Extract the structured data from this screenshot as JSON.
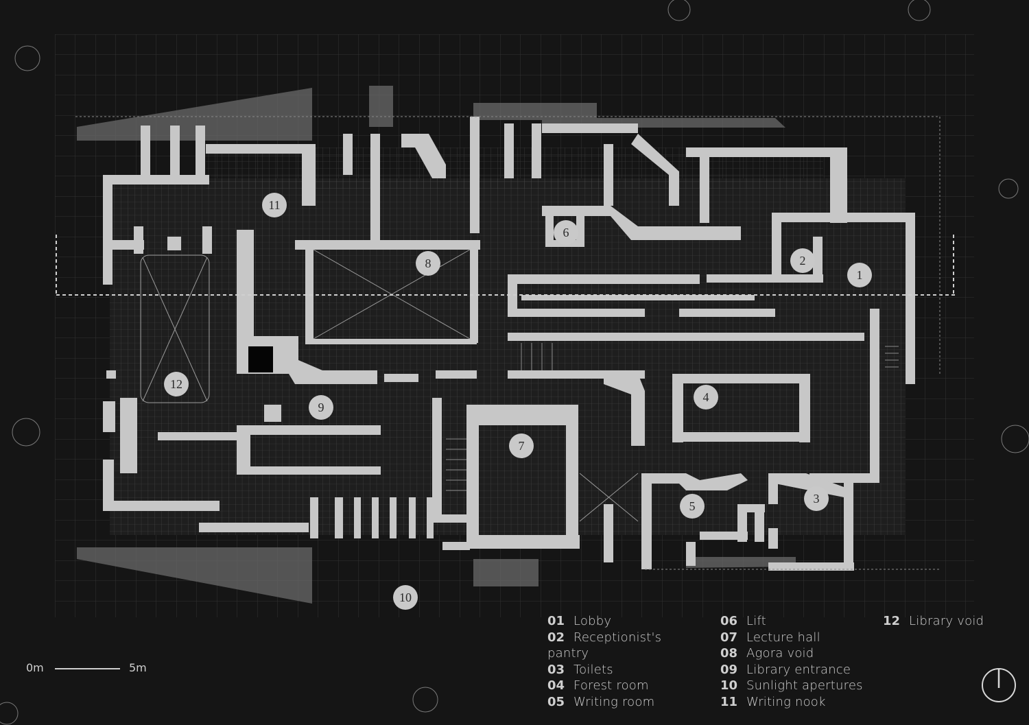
{
  "legend": [
    {
      "num": "01",
      "label": "Lobby"
    },
    {
      "num": "02",
      "label": "Receptionist's",
      "label_cont": "pantry"
    },
    {
      "num": "03",
      "label": "Toilets"
    },
    {
      "num": "04",
      "label": "Forest room"
    },
    {
      "num": "05",
      "label": "Writing room"
    },
    {
      "num": "06",
      "label": "Lift"
    },
    {
      "num": "07",
      "label": "Lecture hall"
    },
    {
      "num": "08",
      "label": "Agora void"
    },
    {
      "num": "09",
      "label": "Library entrance"
    },
    {
      "num": "10",
      "label": "Sunlight apertures"
    },
    {
      "num": "11",
      "label": "Writing nook"
    },
    {
      "num": "12",
      "label": "Library void"
    }
  ],
  "markers": [
    "1",
    "2",
    "3",
    "4",
    "5",
    "6",
    "7",
    "8",
    "9",
    "10",
    "11",
    "12"
  ],
  "scale_bar": {
    "start_label": "0m",
    "end_label": "5m"
  },
  "colors": {
    "background": "#151515",
    "walls": "#c7c7c7",
    "markers": "#c9c9c9",
    "text": "#cfcfcf"
  },
  "icons": {
    "north_arrow": "north-arrow-icon"
  }
}
